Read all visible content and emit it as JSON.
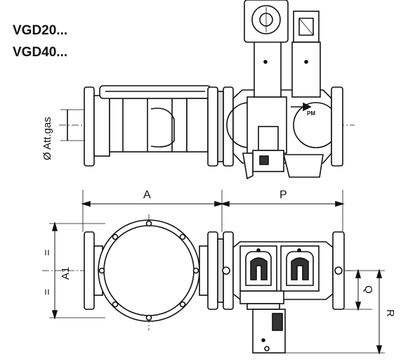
{
  "title_lines": [
    "VGD20...",
    "VGD40..."
  ],
  "labels": {
    "att_gas": "Ø Att.gas",
    "pm": "PM",
    "dim_a": "A",
    "dim_p": "P",
    "dim_a1": "A1",
    "dim_q": "Q",
    "dim_r": "R",
    "equal_1": "=",
    "equal_2": "="
  },
  "colors": {
    "line": "#111111",
    "fill": "#ffffff",
    "shade": "#e6e6e6",
    "dark": "#222222"
  }
}
